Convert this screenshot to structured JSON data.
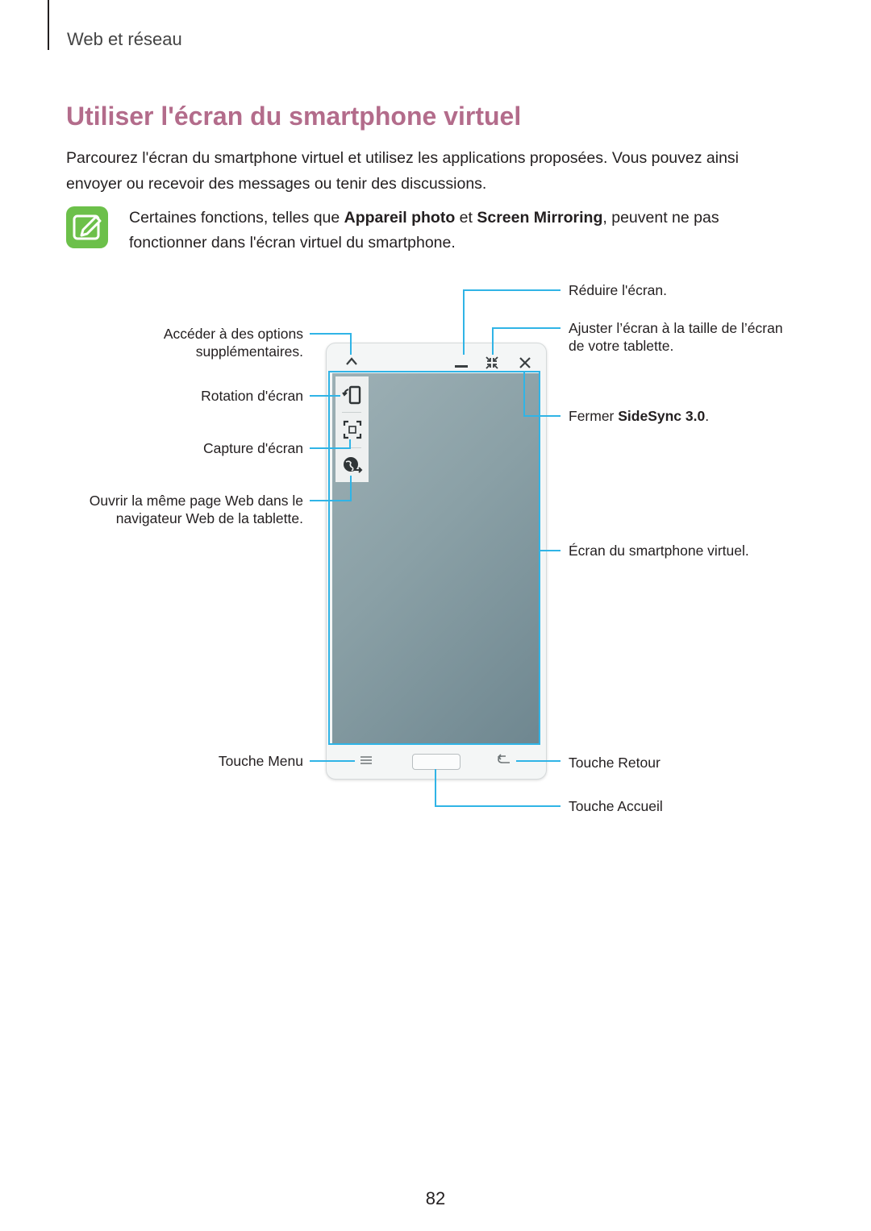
{
  "header": {
    "section": "Web et réseau"
  },
  "title": "Utiliser l'écran du smartphone virtuel",
  "intro": "Parcourez l'écran du smartphone virtuel et utilisez les applications proposées. Vous pouvez ainsi envoyer ou recevoir des messages ou tenir des discussions.",
  "note": {
    "icon": "note-pencil-icon",
    "part1": "Certaines fonctions, telles que ",
    "bold1": "Appareil photo",
    "part2": " et ",
    "bold2": "Screen Mirroring",
    "part3": ", peuvent ne pas fonctionner dans l'écran virtuel du smartphone."
  },
  "figure": {
    "callouts": {
      "minimize": "Réduire l'écran.",
      "fit_line1": "Ajuster l’écran à la taille de l’écran",
      "fit_line2": "de votre tablette.",
      "close_prefix": "Fermer ",
      "close_bold": "SideSync 3.0",
      "close_suffix": ".",
      "screen": "Écran du smartphone virtuel.",
      "back": "Touche Retour",
      "home": "Touche Accueil",
      "options_line1": "Accéder à des options",
      "options_line2": "supplémentaires.",
      "rotate": "Rotation d'écran",
      "capture": "Capture d'écran",
      "web_line1": "Ouvrir la même page Web dans le",
      "web_line2": "navigateur Web de la tablette.",
      "menu": "Touche Menu"
    },
    "colors": {
      "leader": "#30b4e6",
      "title": "#b36c8b",
      "note_icon": "#6cc04a"
    }
  },
  "page_number": "82"
}
